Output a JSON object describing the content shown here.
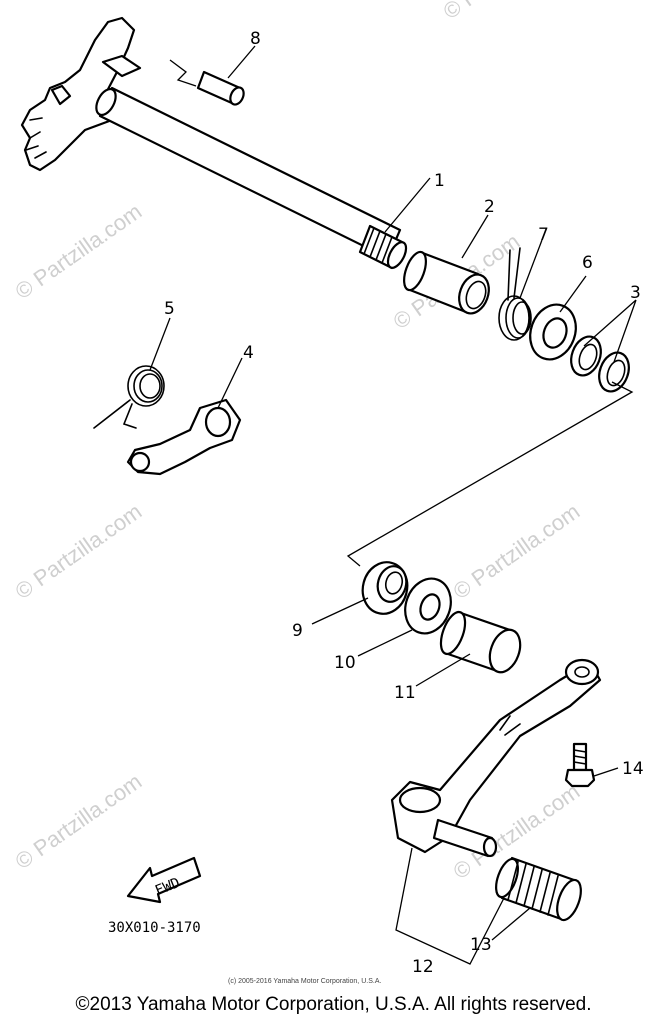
{
  "watermark": "© Partzilla.com",
  "callouts": {
    "p1": "1",
    "p2": "2",
    "p3": "3",
    "p4": "4",
    "p5": "5",
    "p6": "6",
    "p7": "7",
    "p8": "8",
    "p9": "9",
    "p10": "10",
    "p11": "11",
    "p12": "12",
    "p13": "13",
    "p14": "14"
  },
  "fwd_label": "FWD",
  "diagram_code": "30X010-3170",
  "inner_copyright": "(c) 2005-2016 Yamaha Motor Corporation, U.S.A.",
  "footer_copyright": "©2013 Yamaha Motor Corporation, U.S.A. All rights reserved."
}
